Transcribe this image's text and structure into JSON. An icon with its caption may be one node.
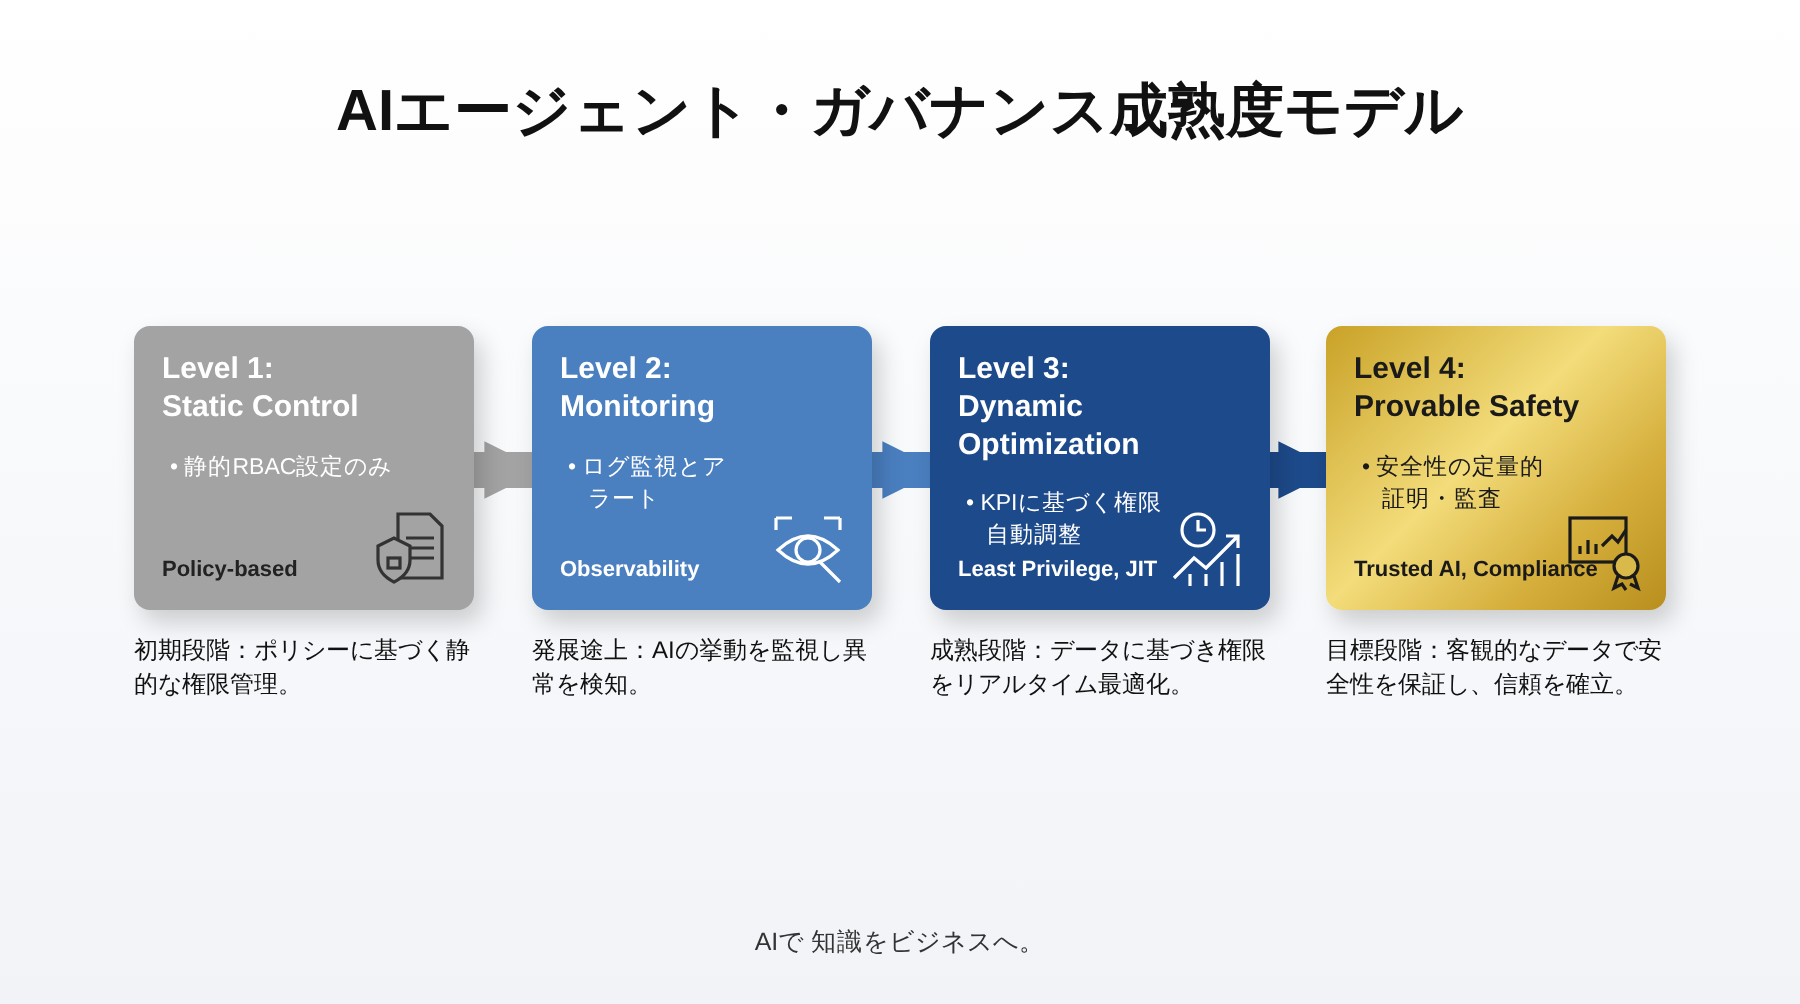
{
  "diagram": {
    "title": "AIエージェント・ガバナンス成熟度モデル",
    "nodes": [
      {
        "text": [
          "Level 1: Static Control",
          "• 静的RBAC設定のみ",
          "Policy-based"
        ],
        "beside": [
          "初期段階：ポリシーに基づく静的な権限管理。"
        ]
      },
      {
        "text": [
          "Level 2: Monitoring",
          "• ログ監視とアラート",
          "Observability"
        ],
        "beside": [
          "発展途上：AIの挙動を監視し異常を検知。"
        ]
      },
      {
        "text": [
          "Level 3: Dynamic Optimization",
          "• KPIに基づく権限自動調整",
          "Least Privilege, JIT"
        ],
        "beside": [
          "成熟段階：データに基づき権限をリアルタイム最適化。"
        ]
      },
      {
        "text": [
          "Level 4: Provable Safety",
          "• 安全性の定量的証明・監査",
          "Trusted AI, Compliance"
        ],
        "beside": [
          "目標段階：客観的なデータで安全性を保証し、信頼を確立。"
        ]
      }
    ],
    "edges": [
      {
        "from": 0,
        "to": 1,
        "arrow": "to",
        "color": "#a3a3a3"
      },
      {
        "from": 1,
        "to": 2,
        "arrow": "to",
        "color": "#4a7fc0"
      },
      {
        "from": 2,
        "to": 3,
        "arrow": "to",
        "color": "#1d4a8a"
      }
    ],
    "labels": [
      "AIで 知識をビジネスへ。"
    ]
  }
}
